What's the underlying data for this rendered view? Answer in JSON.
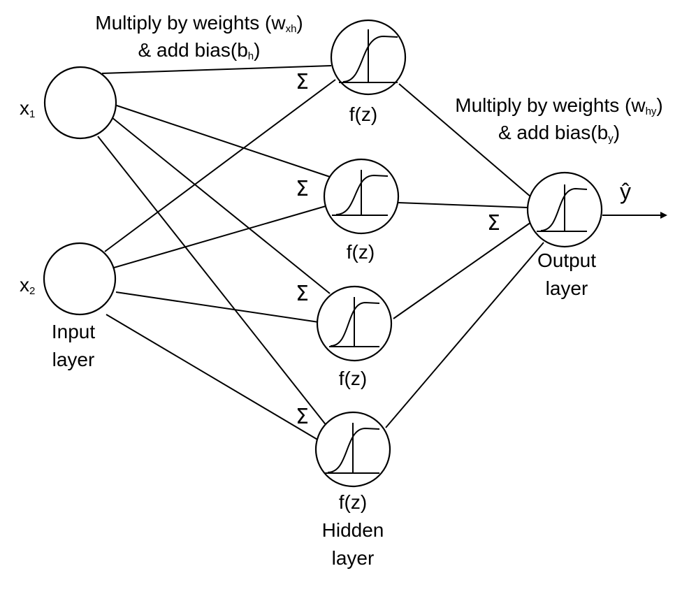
{
  "annotations": {
    "input_weights": {
      "line1": "Multiply by weights (w",
      "line1_sub": "xh",
      "line1_end": ")",
      "line2": "& add bias(b",
      "line2_sub": "h",
      "line2_end": ")"
    },
    "output_weights": {
      "line1": "Multiply by weights (w",
      "line1_sub": "hy",
      "line1_end": ")",
      "line2": "& add bias(b",
      "line2_sub": "y",
      "line2_end": ")"
    }
  },
  "input_layer": {
    "nodes": [
      {
        "label": "x",
        "sub": "1"
      },
      {
        "label": "x",
        "sub": "2"
      }
    ],
    "caption_line1": "Input",
    "caption_line2": "layer"
  },
  "hidden_layer": {
    "sum_symbol": "Σ",
    "activation_label": "f(z)",
    "caption_line1": "Hidden",
    "caption_line2": "layer"
  },
  "output_layer": {
    "sum_symbol": "Σ",
    "caption_line1": "Output",
    "caption_line2": "layer",
    "output_label": "ŷ"
  },
  "icons": [
    "sigmoid-icon",
    "arrow-icon"
  ]
}
